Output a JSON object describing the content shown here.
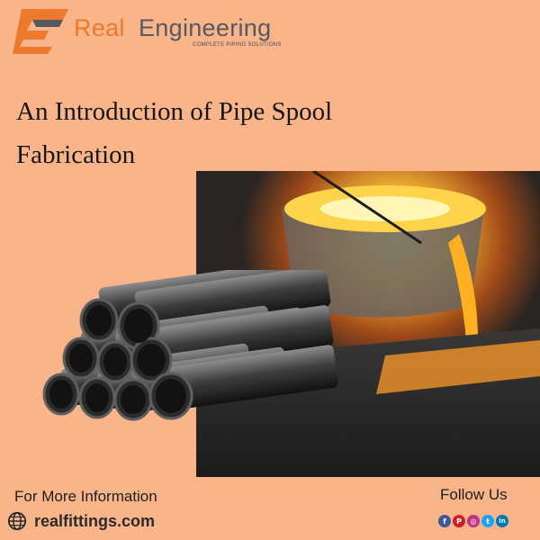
{
  "brand": {
    "name_part1": "Real",
    "name_part2": "Engineering",
    "tagline": "COMPLETE PIPING SOLUTIONS",
    "accent_color": "#ec7a2c",
    "dark_color": "#555a60"
  },
  "headline": "An Introduction of Pipe Spool Fabrication",
  "footer": {
    "info_label": "For More Information",
    "website": "realfittings.com",
    "website_icon": "globe-icon",
    "follow_label": "Follow Us",
    "socials": [
      {
        "icon": "facebook-icon",
        "color": "#3b5998",
        "glyph": "f"
      },
      {
        "icon": "pinterest-icon",
        "color": "#cb2027",
        "glyph": "P"
      },
      {
        "icon": "instagram-icon",
        "color": "#c13584",
        "glyph": "◎"
      },
      {
        "icon": "twitter-icon",
        "color": "#1da1f2",
        "glyph": "t"
      },
      {
        "icon": "linkedin-icon",
        "color": "#0077b5",
        "glyph": "in"
      }
    ]
  },
  "colors": {
    "background": "#f9b48a",
    "headline": "#161616"
  }
}
